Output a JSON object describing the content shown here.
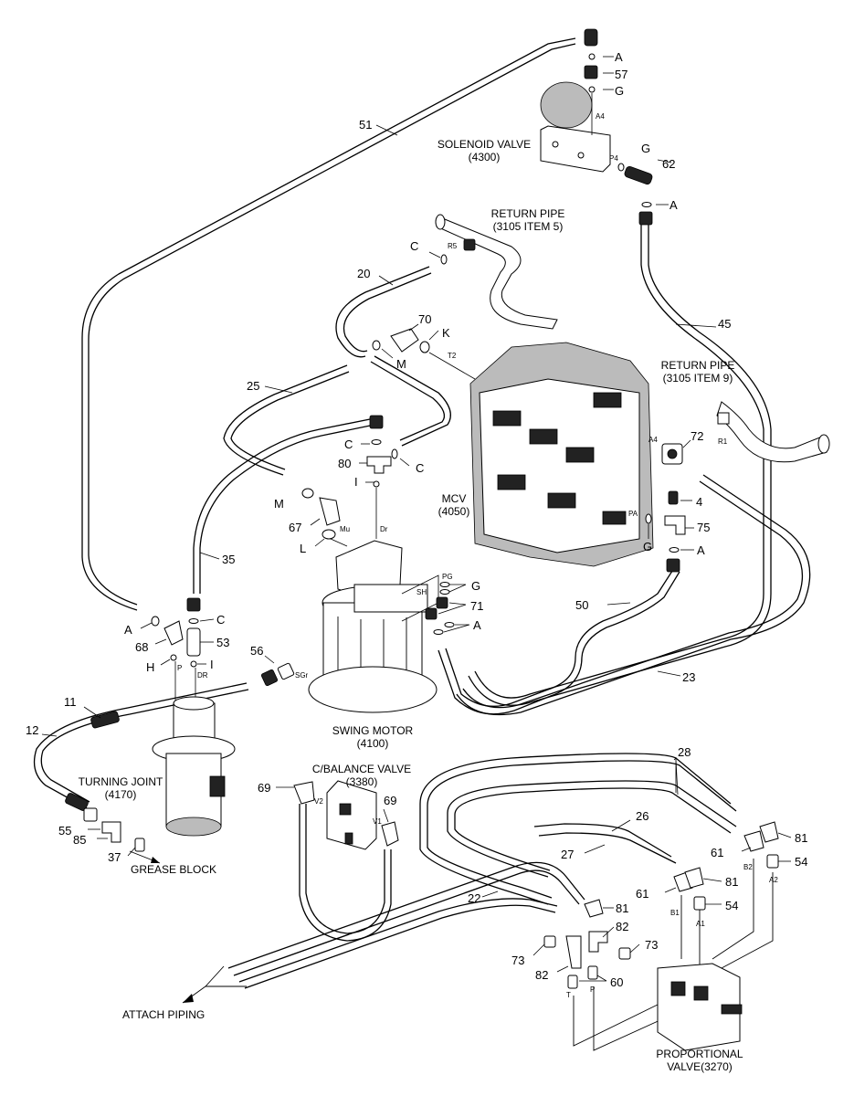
{
  "callouts": [
    {
      "id": "c-51",
      "text": "51"
    },
    {
      "id": "c-a1",
      "text": "A"
    },
    {
      "id": "c-57",
      "text": "57"
    },
    {
      "id": "c-g1",
      "text": "G"
    },
    {
      "id": "c-g2",
      "text": "G"
    },
    {
      "id": "c-62",
      "text": "62"
    },
    {
      "id": "c-a2",
      "text": "A"
    },
    {
      "id": "c-c1",
      "text": "C"
    },
    {
      "id": "c-20",
      "text": "20"
    },
    {
      "id": "c-70",
      "text": "70"
    },
    {
      "id": "c-k",
      "text": "K"
    },
    {
      "id": "c-45",
      "text": "45"
    },
    {
      "id": "c-m1",
      "text": "M"
    },
    {
      "id": "c-25",
      "text": "25"
    },
    {
      "id": "c-72",
      "text": "72"
    },
    {
      "id": "c-c2",
      "text": "C"
    },
    {
      "id": "c-80",
      "text": "80"
    },
    {
      "id": "c-c3",
      "text": "C"
    },
    {
      "id": "c-i1",
      "text": "I"
    },
    {
      "id": "c-m2",
      "text": "M"
    },
    {
      "id": "c-4",
      "text": "4"
    },
    {
      "id": "c-67",
      "text": "67"
    },
    {
      "id": "c-75",
      "text": "75"
    },
    {
      "id": "c-l",
      "text": "L"
    },
    {
      "id": "c-g3",
      "text": "G"
    },
    {
      "id": "c-a3",
      "text": "A"
    },
    {
      "id": "c-35",
      "text": "35"
    },
    {
      "id": "c-g4",
      "text": "G"
    },
    {
      "id": "c-71",
      "text": "71"
    },
    {
      "id": "c-50",
      "text": "50"
    },
    {
      "id": "c-c4",
      "text": "C"
    },
    {
      "id": "c-a4",
      "text": "A"
    },
    {
      "id": "c-a5",
      "text": "A"
    },
    {
      "id": "c-68",
      "text": "68"
    },
    {
      "id": "c-53",
      "text": "53"
    },
    {
      "id": "c-56",
      "text": "56"
    },
    {
      "id": "c-h",
      "text": "H"
    },
    {
      "id": "c-i2",
      "text": "I"
    },
    {
      "id": "c-23",
      "text": "23"
    },
    {
      "id": "c-11",
      "text": "11"
    },
    {
      "id": "c-12",
      "text": "12"
    },
    {
      "id": "c-28",
      "text": "28"
    },
    {
      "id": "c-69a",
      "text": "69"
    },
    {
      "id": "c-69b",
      "text": "69"
    },
    {
      "id": "c-26",
      "text": "26"
    },
    {
      "id": "c-81a",
      "text": "81"
    },
    {
      "id": "c-55",
      "text": "55"
    },
    {
      "id": "c-85",
      "text": "85"
    },
    {
      "id": "c-61a",
      "text": "61"
    },
    {
      "id": "c-54a",
      "text": "54"
    },
    {
      "id": "c-27",
      "text": "27"
    },
    {
      "id": "c-37",
      "text": "37"
    },
    {
      "id": "c-81b",
      "text": "81"
    },
    {
      "id": "c-61b",
      "text": "61"
    },
    {
      "id": "c-54b",
      "text": "54"
    },
    {
      "id": "c-22",
      "text": "22"
    },
    {
      "id": "c-81c",
      "text": "81"
    },
    {
      "id": "c-82a",
      "text": "82"
    },
    {
      "id": "c-73a",
      "text": "73"
    },
    {
      "id": "c-73b",
      "text": "73"
    },
    {
      "id": "c-82b",
      "text": "82"
    },
    {
      "id": "c-60",
      "text": "60"
    }
  ],
  "component_labels": {
    "solenoid_valve_line1": "SOLENOID VALVE",
    "solenoid_valve_line2": "(4300)",
    "return_pipe_5_line1": "RETURN PIPE",
    "return_pipe_5_line2": "(3105 ITEM 5)",
    "return_pipe_9_line1": "RETURN PIPE",
    "return_pipe_9_line2": "(3105 ITEM 9)",
    "mcv_line1": "MCV",
    "mcv_line2": "(4050)",
    "swing_motor_line1": "SWING MOTOR",
    "swing_motor_line2": "(4100)",
    "turning_joint_line1": "TURNING JOINT",
    "turning_joint_line2": "(4170)",
    "grease_block": "GREASE BLOCK",
    "cbalance_valve_line1": "C/BALANCE VALVE",
    "cbalance_valve_line2": "(3380)",
    "attach_piping": "ATTACH PIPING",
    "proportional_valve_line1": "PROPORTIONAL",
    "proportional_valve_line2": "VALVE(3270)"
  },
  "port_labels": [
    {
      "id": "p-a4",
      "text": "A4"
    },
    {
      "id": "p-p4",
      "text": "P4"
    },
    {
      "id": "p-r5",
      "text": "R5"
    },
    {
      "id": "p-t2",
      "text": "T2"
    },
    {
      "id": "p-a4b",
      "text": "A4"
    },
    {
      "id": "p-r1",
      "text": "R1"
    },
    {
      "id": "p-pa",
      "text": "PA"
    },
    {
      "id": "p-mu",
      "text": "Mu"
    },
    {
      "id": "p-dr",
      "text": "Dr"
    },
    {
      "id": "p-pg",
      "text": "PG"
    },
    {
      "id": "p-sh",
      "text": "SH"
    },
    {
      "id": "p-sgr",
      "text": "SGr"
    },
    {
      "id": "p-p",
      "text": "P"
    },
    {
      "id": "p-dr2",
      "text": "DR"
    },
    {
      "id": "p-v2",
      "text": "V2"
    },
    {
      "id": "p-v1",
      "text": "V1"
    },
    {
      "id": "p-b2",
      "text": "B2"
    },
    {
      "id": "p-a2",
      "text": "A2"
    },
    {
      "id": "p-b1",
      "text": "B1"
    },
    {
      "id": "p-a1",
      "text": "A1"
    },
    {
      "id": "p-t",
      "text": "T"
    },
    {
      "id": "p-p2",
      "text": "P"
    }
  ]
}
